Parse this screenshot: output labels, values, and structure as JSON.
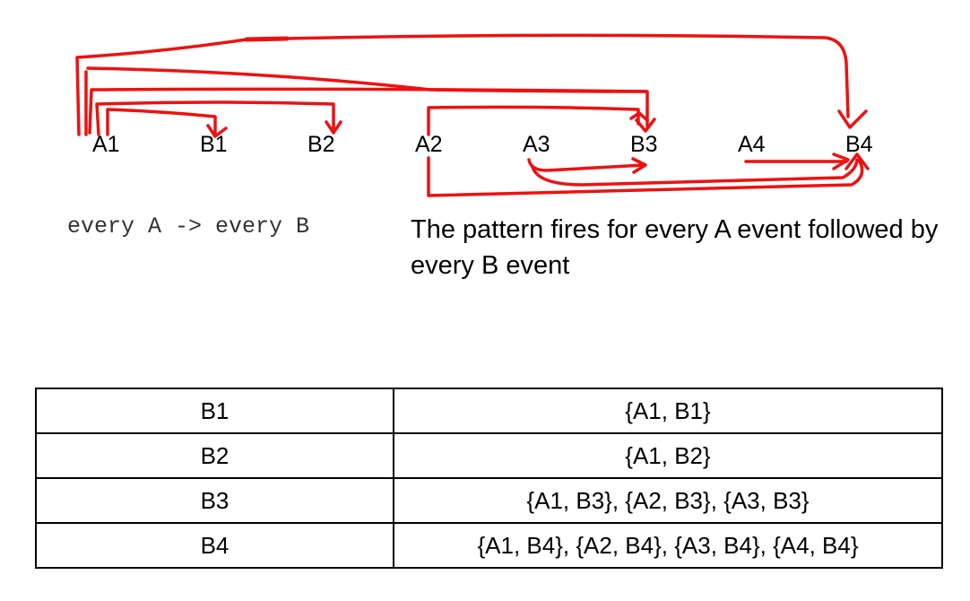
{
  "events": [
    "A1",
    "B1",
    "B2",
    "A2",
    "A3",
    "B3",
    "A4",
    "B4"
  ],
  "pattern_code": "every A -> every B",
  "description": "The pattern fires for every A event followed by every B event",
  "colors": {
    "arrow": "#ee1111",
    "border": "#000000"
  },
  "results_table": [
    {
      "b_event": "B1",
      "matches": "{A1, B1}"
    },
    {
      "b_event": "B2",
      "matches": "{A1, B2}"
    },
    {
      "b_event": "B3",
      "matches": "{A1, B3}, {A2, B3}, {A3, B3}"
    },
    {
      "b_event": "B4",
      "matches": "{A1, B4}, {A2, B4}, {A3, B4}, {A4, B4}"
    }
  ]
}
